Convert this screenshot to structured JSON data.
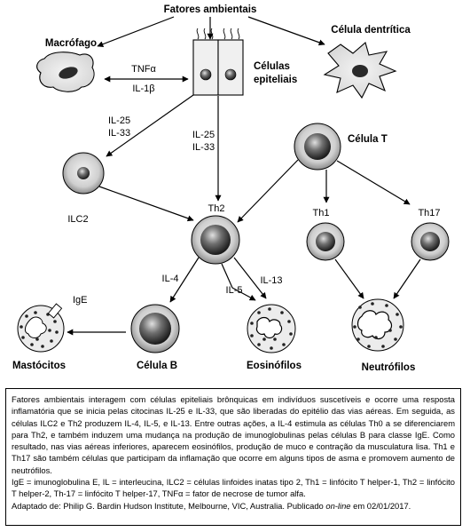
{
  "diagram": {
    "title": "Fatores ambientais",
    "labels": {
      "macrofago": "Macrófago",
      "celula_dendritica": "Célula dentrítica",
      "celulas_epiteliais_1": "Células",
      "celulas_epiteliais_2": "epiteliais",
      "tnfa": "TNFα",
      "il1b": "IL-1β",
      "il25_left": "IL-25",
      "il33_left": "IL-33",
      "il25_mid": "IL-25",
      "il33_mid": "IL-33",
      "celula_t": "Célula T",
      "ilc2": "ILC2",
      "th2": "Th2",
      "th1": "Th1",
      "th17": "Th17",
      "il4": "IL-4",
      "il5": "IL-5",
      "il13": "IL-13",
      "ige": "IgE",
      "mastocitos": "Mastócitos",
      "celula_b": "Célula B",
      "eosinofilos": "Eosinófilos",
      "neutrofilos": "Neutrófilos"
    }
  },
  "caption": {
    "paragraph1": "Fatores ambientais interagem com células epiteliais brônquicas em indivíduos suscetíveis e ocorre uma resposta inflamatória que se inicia pelas citocinas IL-25 e IL-33, que são liberadas do epitélio das vias aéreas. Em seguida, as células ILC2 e Th2 produzem IL-4, IL-5, e IL-13. Entre outras ações, a IL-4 estimula as células Th0 a se diferenciarem para Th2, e também induzem uma mudança na produção de imunoglobulinas pelas células B para classe IgE. Como resultado, nas vias aéreas inferiores, aparecem eosinófilos, produção de muco e contração da musculatura lisa. Th1 e Th17 são também células que participam da inflamação que ocorre em alguns tipos de asma e promovem aumento de neutrófilos.",
    "paragraph2": "IgE = imunoglobulina E, IL = interleucina, ILC2 = células linfoides inatas tipo 2, Th1 = linfócito T helper-1, Th2 = linfócito T helper-2, Th-17 = linfócito T helper-17, TNFα = fator de necrose de tumor alfa.",
    "source_prefix": "Adaptado de: Philip G. Bardin Hudson Institute, Melbourne, VIC, Australia. Publicado ",
    "source_italic": "on-line",
    "source_suffix": " em 02/01/2017."
  }
}
